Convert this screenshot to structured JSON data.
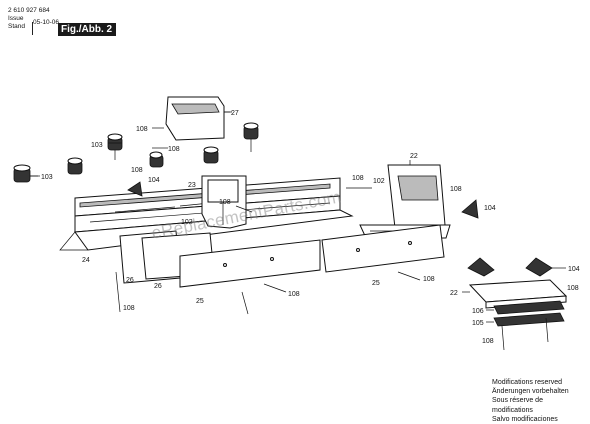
{
  "header": {
    "part_number": "2 610 927 684",
    "issue_label": "Issue",
    "stand_label": "Stand",
    "date": "05-10-06",
    "figure_label": "Fig./Abb. 2"
  },
  "watermark": "eReplacementParts.com",
  "footer": {
    "lines": [
      "Modifications reserved",
      "Änderungen vorbehalten",
      "Sous réserve de",
      "modifications",
      "Salvo modificaciones"
    ]
  },
  "part_labels": {
    "l27": "27",
    "l108a": "108",
    "l108b": "108",
    "l103a": "103",
    "l103b": "103",
    "l108c": "108",
    "l104a": "104",
    "l23": "23",
    "l102a": "102",
    "l108d": "108",
    "l22a": "22",
    "l108e": "108",
    "l102b": "102",
    "l108f": "108",
    "l104b": "104",
    "l24": "24",
    "l26a": "26",
    "l26b": "26",
    "l25a": "25",
    "l25b": "25",
    "l108g": "108",
    "l108h": "108",
    "l108i": "108",
    "l104c": "104",
    "l22b": "22",
    "l108j": "108",
    "l106": "106",
    "l105": "105",
    "l108k": "108"
  }
}
